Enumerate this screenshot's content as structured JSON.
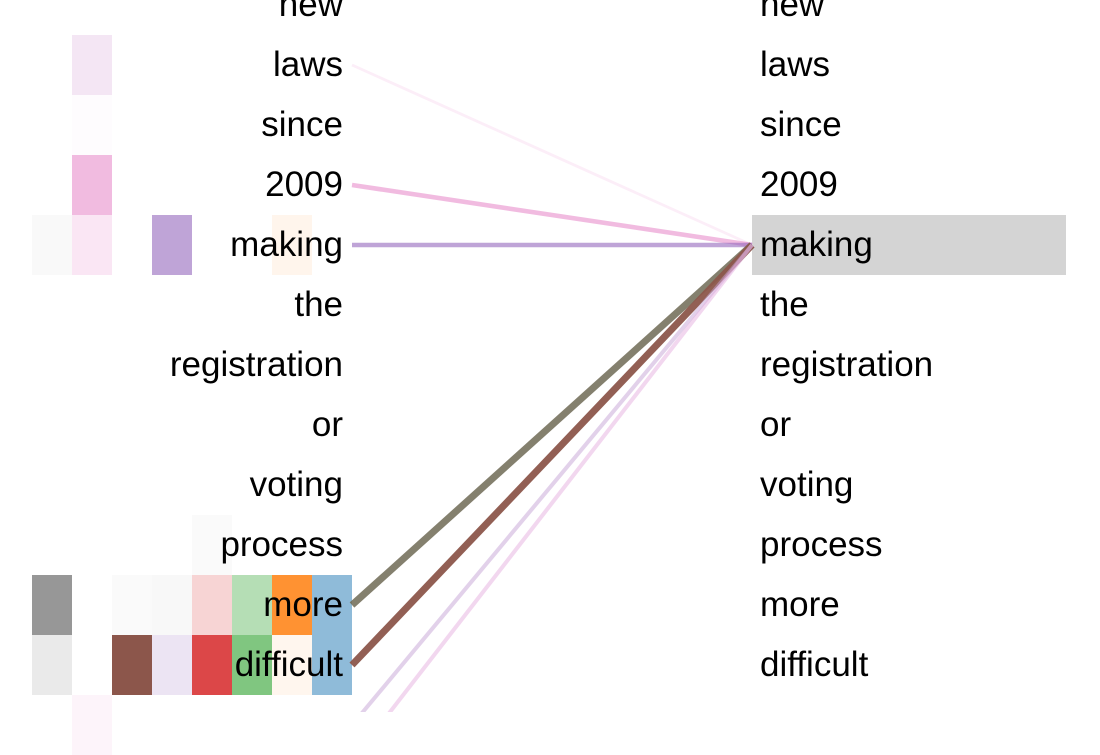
{
  "tokens": [
    "new",
    "laws",
    "since",
    "2009",
    "making",
    "the",
    "registration",
    "or",
    "voting",
    "process",
    "more",
    "difficult"
  ],
  "focus_token_index": 4,
  "heatmap": {
    "colors": [
      "#6f6f6f",
      "#e6c8e6",
      "#e377c2",
      "#9467bd",
      "#8c564b",
      "#d62728",
      "#2ca02c",
      "#ff7f0e",
      "#1f77b4"
    ],
    "cells": [
      {
        "row": 1,
        "col": 1,
        "color": 1,
        "opacity": 0.45
      },
      {
        "row": 2,
        "col": 1,
        "color": 1,
        "opacity": 0.05
      },
      {
        "row": 3,
        "col": 1,
        "color": 2,
        "opacity": 0.5
      },
      {
        "row": 4,
        "col": 0,
        "color": 0,
        "opacity": 0.04
      },
      {
        "row": 4,
        "col": 1,
        "color": 2,
        "opacity": 0.18
      },
      {
        "row": 4,
        "col": 3,
        "color": 3,
        "opacity": 0.6
      },
      {
        "row": 4,
        "col": 6,
        "color": 7,
        "opacity": 0.08
      },
      {
        "row": 9,
        "col": 4,
        "color": 0,
        "opacity": 0.03
      },
      {
        "row": 10,
        "col": 0,
        "color": 0,
        "opacity": 0.72
      },
      {
        "row": 10,
        "col": 2,
        "color": 0,
        "opacity": 0.03
      },
      {
        "row": 10,
        "col": 3,
        "color": 0,
        "opacity": 0.05
      },
      {
        "row": 10,
        "col": 4,
        "color": 5,
        "opacity": 0.2
      },
      {
        "row": 10,
        "col": 5,
        "color": 6,
        "opacity": 0.35
      },
      {
        "row": 10,
        "col": 6,
        "color": 7,
        "opacity": 0.85
      },
      {
        "row": 10,
        "col": 7,
        "color": 8,
        "opacity": 0.5
      },
      {
        "row": 11,
        "col": 0,
        "color": 0,
        "opacity": 0.15
      },
      {
        "row": 11,
        "col": 2,
        "color": 4,
        "opacity": 1.0
      },
      {
        "row": 11,
        "col": 3,
        "color": 3,
        "opacity": 0.18
      },
      {
        "row": 11,
        "col": 4,
        "color": 5,
        "opacity": 0.85
      },
      {
        "row": 11,
        "col": 5,
        "color": 6,
        "opacity": 0.6
      },
      {
        "row": 11,
        "col": 6,
        "color": 7,
        "opacity": 0.07
      },
      {
        "row": 11,
        "col": 7,
        "color": 8,
        "opacity": 0.5
      },
      {
        "row": 12,
        "col": 1,
        "color": 2,
        "opacity": 0.08
      }
    ]
  },
  "links": [
    {
      "from": 1,
      "color": "#e377c2",
      "opacity": 0.12,
      "weight": 0.3
    },
    {
      "from": 3,
      "color": "#e377c2",
      "opacity": 0.5,
      "weight": 0.6
    },
    {
      "from": 4,
      "color": "#9467bd",
      "opacity": 0.6,
      "weight": 0.6
    },
    {
      "from": 10,
      "color": "#6f6a55",
      "opacity": 0.85,
      "weight": 1.0
    },
    {
      "from": 11,
      "color": "#8c564b",
      "opacity": 0.95,
      "weight": 1.0
    },
    {
      "from": 12,
      "color": "#c5a3d6",
      "opacity": 0.5,
      "weight": 0.5
    },
    {
      "from": 12.6,
      "color": "#e6b0e0",
      "opacity": 0.5,
      "weight": 0.5
    }
  ]
}
